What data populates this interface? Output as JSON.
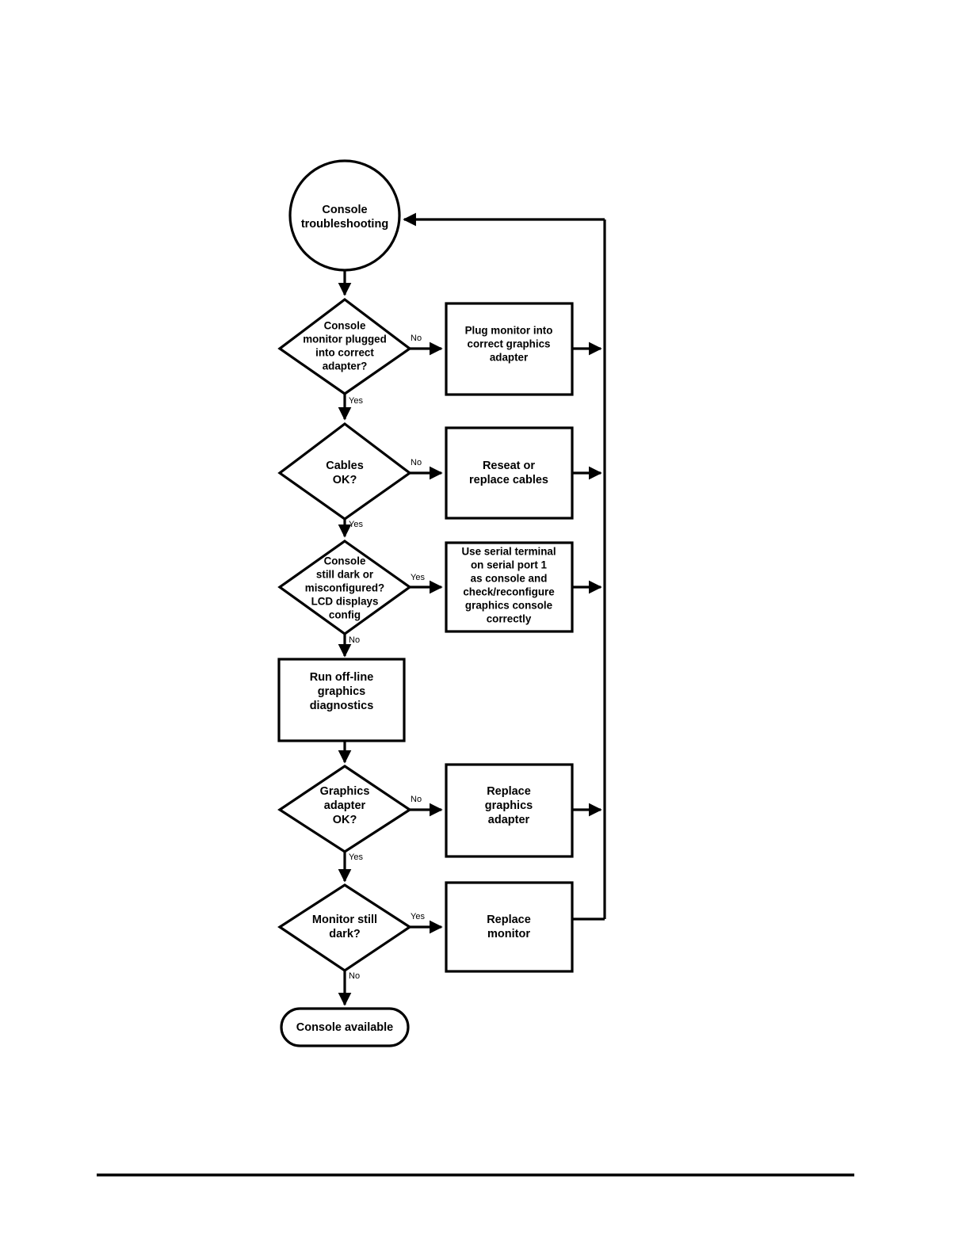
{
  "diagram": {
    "title": "Console troubleshooting flowchart",
    "type": "flowchart",
    "colors": {
      "stroke": "#000000",
      "fill": "#ffffff",
      "background": "#ffffff"
    },
    "start_node": {
      "id": "start",
      "shape": "circle",
      "lines": [
        "Console",
        "troubleshooting"
      ]
    },
    "decisions": [
      {
        "id": "d1",
        "shape": "diamond",
        "lines": [
          "Console",
          "monitor plugged",
          "into correct",
          "adapter?"
        ],
        "yes_label": "Yes",
        "no_label": "No"
      },
      {
        "id": "d2",
        "shape": "diamond",
        "lines": [
          "Cables",
          "OK?"
        ],
        "yes_label": "Yes",
        "no_label": "No"
      },
      {
        "id": "d3",
        "shape": "diamond",
        "lines": [
          "Console",
          "still dark or",
          "misconfigured?",
          "LCD displays",
          "config"
        ],
        "yes_label": "Yes",
        "no_label": "No"
      },
      {
        "id": "d4",
        "shape": "diamond",
        "lines": [
          "Graphics",
          "adapter",
          "OK?"
        ],
        "yes_label": "Yes",
        "no_label": "No"
      },
      {
        "id": "d5",
        "shape": "diamond",
        "lines": [
          "Monitor still",
          "dark?"
        ],
        "yes_label": "Yes",
        "no_label": "No"
      }
    ],
    "actions": [
      {
        "id": "a1",
        "shape": "rectangle",
        "lines": [
          "Plug monitor into",
          "correct graphics",
          "adapter"
        ]
      },
      {
        "id": "a2",
        "shape": "rectangle",
        "lines": [
          "Reseat or",
          "replace cables"
        ]
      },
      {
        "id": "a3",
        "shape": "rectangle",
        "lines": [
          "Use serial terminal",
          "on serial port 1",
          "as console and",
          "check/reconfigure",
          "graphics console",
          "correctly"
        ]
      },
      {
        "id": "a4",
        "shape": "rectangle",
        "lines": [
          "Run off-line",
          "graphics",
          "diagnostics"
        ]
      },
      {
        "id": "a5",
        "shape": "rectangle",
        "lines": [
          "Replace",
          "graphics",
          "adapter"
        ]
      },
      {
        "id": "a6",
        "shape": "rectangle",
        "lines": [
          "Replace",
          "monitor"
        ]
      }
    ],
    "end_node": {
      "id": "end",
      "shape": "stadium",
      "lines": [
        "Console available"
      ]
    }
  }
}
